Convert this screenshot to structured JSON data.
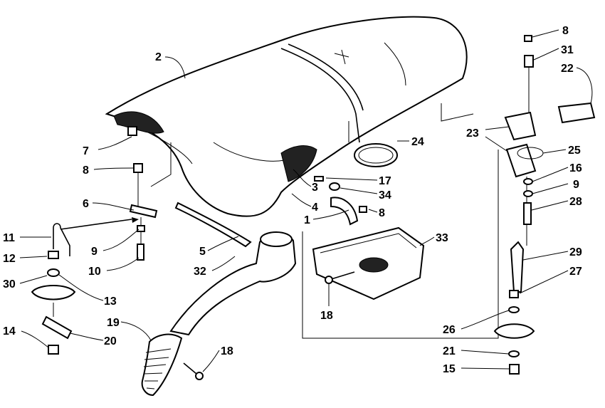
{
  "callouts": [
    {
      "id": "c2",
      "text": "2"
    },
    {
      "id": "c7",
      "text": "7"
    },
    {
      "id": "c8a",
      "text": "8"
    },
    {
      "id": "c6",
      "text": "6"
    },
    {
      "id": "c11",
      "text": "11"
    },
    {
      "id": "c12",
      "text": "12"
    },
    {
      "id": "c30",
      "text": "30"
    },
    {
      "id": "c9a",
      "text": "9"
    },
    {
      "id": "c10",
      "text": "10"
    },
    {
      "id": "c13",
      "text": "13"
    },
    {
      "id": "c14",
      "text": "14"
    },
    {
      "id": "c20",
      "text": "20"
    },
    {
      "id": "c19",
      "text": "19"
    },
    {
      "id": "c32",
      "text": "32"
    },
    {
      "id": "c5",
      "text": "5"
    },
    {
      "id": "c3",
      "text": "3"
    },
    {
      "id": "c4",
      "text": "4"
    },
    {
      "id": "c1",
      "text": "1"
    },
    {
      "id": "c17",
      "text": "17"
    },
    {
      "id": "c34",
      "text": "34"
    },
    {
      "id": "c8b",
      "text": "8"
    },
    {
      "id": "c24",
      "text": "24"
    },
    {
      "id": "c33",
      "text": "33"
    },
    {
      "id": "c18a",
      "text": "18"
    },
    {
      "id": "c18b",
      "text": "18"
    },
    {
      "id": "c8c",
      "text": "8"
    },
    {
      "id": "c31",
      "text": "31"
    },
    {
      "id": "c22",
      "text": "22"
    },
    {
      "id": "c23",
      "text": "23"
    },
    {
      "id": "c25",
      "text": "25"
    },
    {
      "id": "c16",
      "text": "16"
    },
    {
      "id": "c9b",
      "text": "9"
    },
    {
      "id": "c28",
      "text": "28"
    },
    {
      "id": "c29",
      "text": "29"
    },
    {
      "id": "c27",
      "text": "27"
    },
    {
      "id": "c26",
      "text": "26"
    },
    {
      "id": "c21",
      "text": "21"
    },
    {
      "id": "c15",
      "text": "15"
    }
  ]
}
